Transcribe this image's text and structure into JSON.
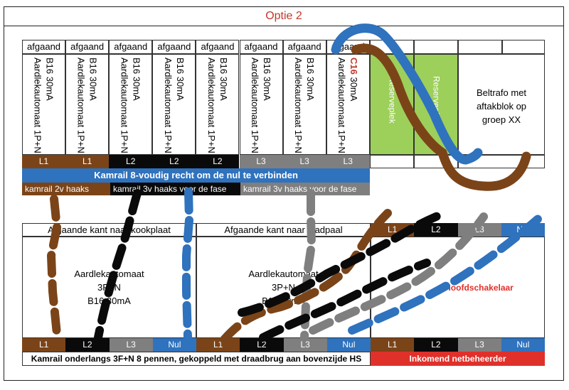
{
  "title": "Optie 2",
  "top_headers": [
    "afgaand",
    "afgaand",
    "afgaand",
    "afgaand",
    "afgaand",
    "afgaand",
    "afgaand",
    "afgaand"
  ],
  "breakers": [
    {
      "line1": "Aardlekautomaat 1P+N",
      "line2": "B16 30mA"
    },
    {
      "line1": "Aardlekautomaat 1P+N",
      "line2": "B16 30mA"
    },
    {
      "line1": "Aardlekautomaat 1P+N",
      "line2": "B16 30mA"
    },
    {
      "line1": "Aardlekautomaat 1P+N",
      "line2": "B16 30mA"
    },
    {
      "line1": "Aardlekautomaat 1P+N",
      "line2": "B16 30mA"
    },
    {
      "line1": "Aardlekautomaat 1P+N",
      "line2": "B16 30mA"
    },
    {
      "line1": "Aardlekautomaat 1P+N",
      "line2": "B16 30mA"
    },
    {
      "line1": "Aardlekautomaat 1P+N",
      "line2_red": "C16",
      "line2": " 30mA"
    }
  ],
  "top_phases": [
    "L1",
    "L1",
    "L2",
    "L2",
    "L2",
    "L3",
    "L3",
    "L3"
  ],
  "reserve_texts": [
    "Reserveplek",
    "Reserveplek"
  ],
  "beltrafo_text": "Beltrafo met aftakblok op groep XX",
  "kamrail_blue": "Kamrail 8-voudig recht om de nul te verbinden",
  "kamrail_segments": [
    "kamrail 2v haaks",
    "kamrail 3v haaks voor de fase",
    "kamrail 3v haaks voor de fase"
  ],
  "bottom_left": {
    "header": "Afgaande kant naar kookplaat",
    "device": "Aardlekautomaat",
    "spec1": "3P+N",
    "spec2": "B16 30mA",
    "phases": [
      "L1",
      "L2",
      "L3",
      "Nul"
    ]
  },
  "bottom_mid": {
    "header": "Afgaande kant naar laadpaal",
    "device": "Aardlekautomaat",
    "spec1": "3P+N",
    "spec2": "B16 30mA",
    "phases": [
      "L1",
      "L2",
      "L3",
      "Nul"
    ]
  },
  "bottom_right": {
    "top_phases": [
      "L1",
      "L2",
      "L3",
      "Nul"
    ],
    "device": "Hoofdschakelaar",
    "phases": [
      "L1",
      "L2",
      "L3",
      "Nul"
    ]
  },
  "bottom_bar_left": "Kamrail onderlangs 3F+N 8 pennen, gekoppeld met draadbrug aan bovenzijde HS",
  "bottom_bar_right": "Inkomend netbeheerder",
  "colors": {
    "brown": "#7b4418",
    "black": "#0a0a0a",
    "grey": "#7f7f7f",
    "blue": "#2f72bd",
    "red": "#e0302a",
    "green": "#9dcf5b",
    "title_red": "#c0392b"
  }
}
